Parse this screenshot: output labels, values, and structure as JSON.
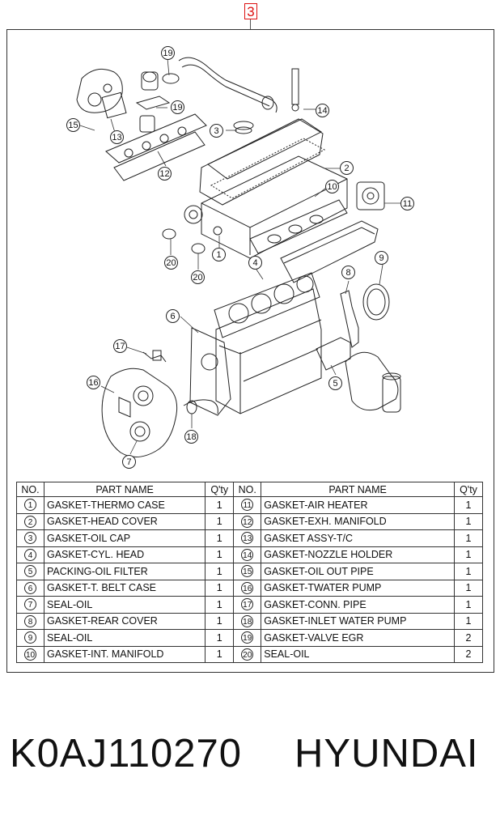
{
  "reference_number": "3",
  "callouts": [
    "1",
    "2",
    "3",
    "4",
    "5",
    "6",
    "7",
    "8",
    "9",
    "10",
    "11",
    "12",
    "13",
    "14",
    "15",
    "16",
    "17",
    "18",
    "19",
    "20"
  ],
  "parts_table": {
    "headers": [
      "NO.",
      "PART NAME",
      "Q'ty",
      "NO.",
      "PART NAME",
      "Q'ty"
    ],
    "rows": [
      {
        "no_left": "1",
        "name_left": "GASKET-THERMO CASE",
        "qty_left": "1",
        "no_right": "11",
        "name_right": "GASKET-AIR HEATER",
        "qty_right": "1"
      },
      {
        "no_left": "2",
        "name_left": "GASKET-HEAD COVER",
        "qty_left": "1",
        "no_right": "12",
        "name_right": "GASKET-EXH. MANIFOLD",
        "qty_right": "1"
      },
      {
        "no_left": "3",
        "name_left": "GASKET-OIL CAP",
        "qty_left": "1",
        "no_right": "13",
        "name_right": "GASKET ASSY-T/C",
        "qty_right": "1"
      },
      {
        "no_left": "4",
        "name_left": "GASKET-CYL. HEAD",
        "qty_left": "1",
        "no_right": "14",
        "name_right": "GASKET-NOZZLE HOLDER",
        "qty_right": "1"
      },
      {
        "no_left": "5",
        "name_left": "PACKING-OIL FILTER",
        "qty_left": "1",
        "no_right": "15",
        "name_right": "GASKET-OIL OUT PIPE",
        "qty_right": "1"
      },
      {
        "no_left": "6",
        "name_left": "GASKET-T. BELT CASE",
        "qty_left": "1",
        "no_right": "16",
        "name_right": "GASKET-TWATER PUMP",
        "qty_right": "1"
      },
      {
        "no_left": "7",
        "name_left": "SEAL-OIL",
        "qty_left": "1",
        "no_right": "17",
        "name_right": "GASKET-CONN. PIPE",
        "qty_right": "1"
      },
      {
        "no_left": "8",
        "name_left": "GASKET-REAR COVER",
        "qty_left": "1",
        "no_right": "18",
        "name_right": "GASKET-INLET WATER PUMP",
        "qty_right": "1"
      },
      {
        "no_left": "9",
        "name_left": "SEAL-OIL",
        "qty_left": "1",
        "no_right": "19",
        "name_right": "GASKET-VALVE EGR",
        "qty_right": "2"
      },
      {
        "no_left": "10",
        "name_left": "GASKET-INT. MANIFOLD",
        "qty_left": "1",
        "no_right": "20",
        "name_right": "SEAL-OIL",
        "qty_right": "2"
      }
    ]
  },
  "footer": {
    "part_number": "K0AJ110270",
    "brand": "HYUNDAI"
  }
}
